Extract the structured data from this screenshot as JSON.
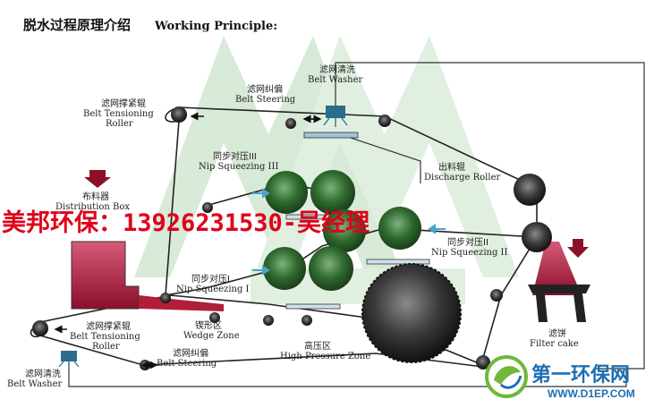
{
  "title": {
    "cn": "脱水过程原理介绍",
    "en": "Working Principle:"
  },
  "contact_overlay": "美邦环保：13926231530-吴经理",
  "labels": {
    "belt_washer_top": {
      "cn": "滤网清洗",
      "en": "Belt Washer"
    },
    "belt_steering_top": {
      "cn": "滤网纠偏",
      "en": "Belt Steering"
    },
    "belt_tensioning_top": {
      "cn": "滤网撑紧辊",
      "en": "Belt Tensioning",
      "en2": "Roller"
    },
    "nip_iii": {
      "cn": "同步对压III",
      "en": "Nip Squeezing III"
    },
    "distribution_box": {
      "cn": "布料器",
      "en": "Distribution Box"
    },
    "discharge_roller": {
      "cn": "出料辊",
      "en": "Discharge Roller"
    },
    "nip_ii": {
      "cn": "同步对压II",
      "en": "Nip Squeezing II"
    },
    "nip_i": {
      "cn": "同步对压I",
      "en": "Nip Squeezing I"
    },
    "belt_tensioning_bottom": {
      "cn": "滤网撑紧辊",
      "en": "Belt Tensioning",
      "en2": "Roller"
    },
    "wedge_zone": {
      "cn": "锲形区",
      "en": "Wedge Zone"
    },
    "high_pressure_zone": {
      "cn": "高压区",
      "en": "High Pressure Zone"
    },
    "filter_cake": {
      "cn": "滤饼",
      "en": "Filter cake"
    },
    "belt_steering_bottom": {
      "cn": "滤网纠偏",
      "en": "Belt Steering"
    },
    "belt_washer_bottom": {
      "cn": "滤网清洗",
      "en": "Belt Washer"
    }
  },
  "watermark": {
    "site_cn": "第一环保网",
    "site_url": "WWW.D1EP.COM"
  },
  "colors": {
    "roller_green": "#2f6b2f",
    "roller_dark": "#2a2a2a",
    "sludge": "#b01e3a",
    "watermark_green": "#b8d8b8",
    "arrow_blue": "#4aa3c8",
    "contact_red": "#e0001b"
  }
}
